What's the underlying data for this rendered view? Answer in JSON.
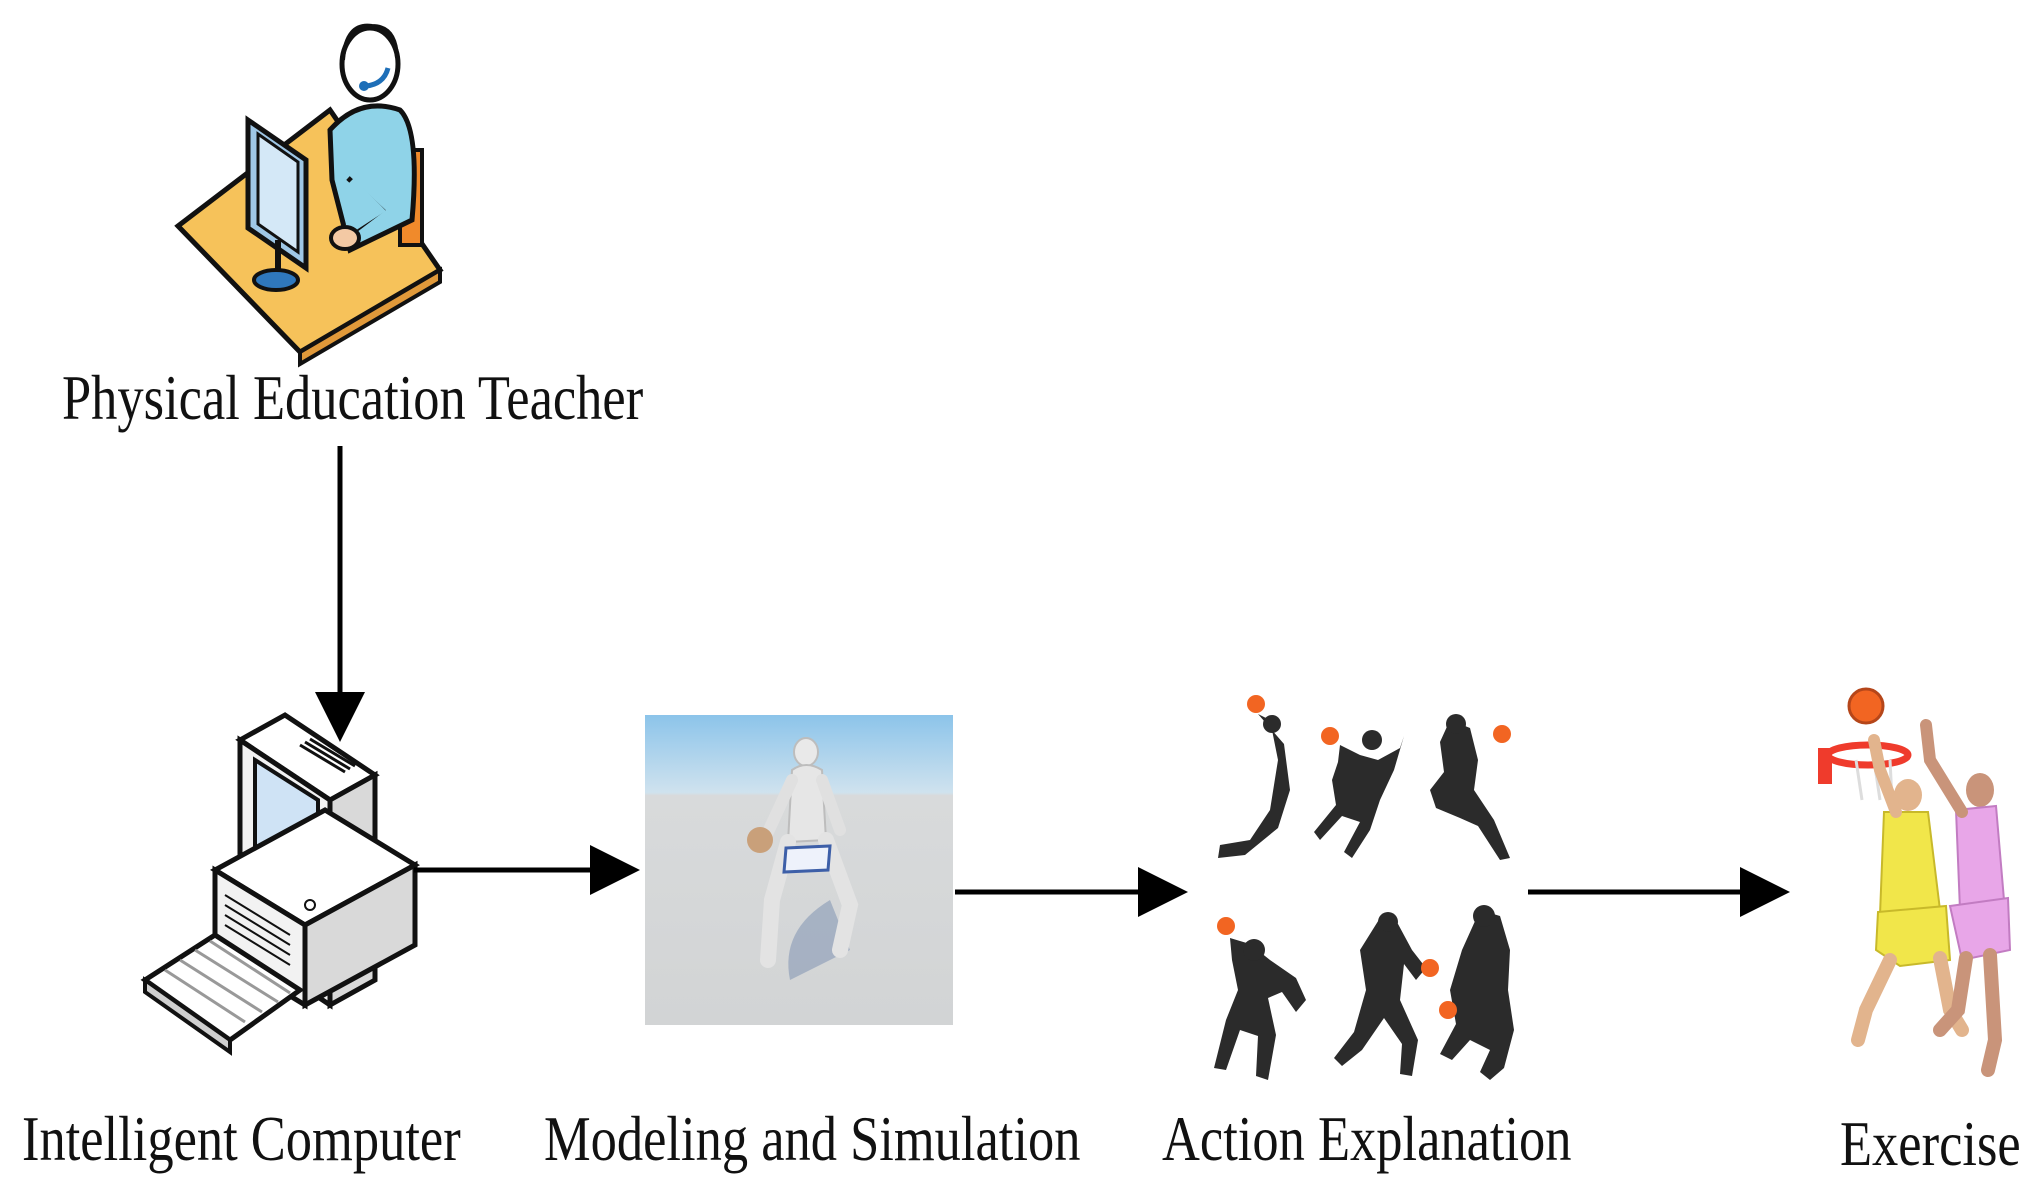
{
  "nodes": {
    "teacher": {
      "label": "Physical Education Teacher",
      "icon": "teacher-at-computer-icon"
    },
    "computer": {
      "label": "Intelligent Computer",
      "icon": "desktop-computer-icon"
    },
    "modeling": {
      "label": "Modeling and Simulation",
      "icon": "3d-basketball-player-render"
    },
    "action": {
      "label": "Action Explanation",
      "icon": "basketball-silhouettes-icon"
    },
    "exercise": {
      "label": "Exercise",
      "icon": "basketball-players-icon"
    }
  },
  "edges": [
    {
      "from": "teacher",
      "to": "computer"
    },
    {
      "from": "computer",
      "to": "modeling"
    },
    {
      "from": "modeling",
      "to": "action"
    },
    {
      "from": "action",
      "to": "exercise"
    }
  ],
  "colors": {
    "arrow": "#000000",
    "ball": "#f26522",
    "silhouette": "#2b2b2b",
    "desk": "#f6c25a",
    "shirt": "#8fd3e8",
    "sky": "#9ccbe8",
    "floor": "#d7d9da"
  }
}
